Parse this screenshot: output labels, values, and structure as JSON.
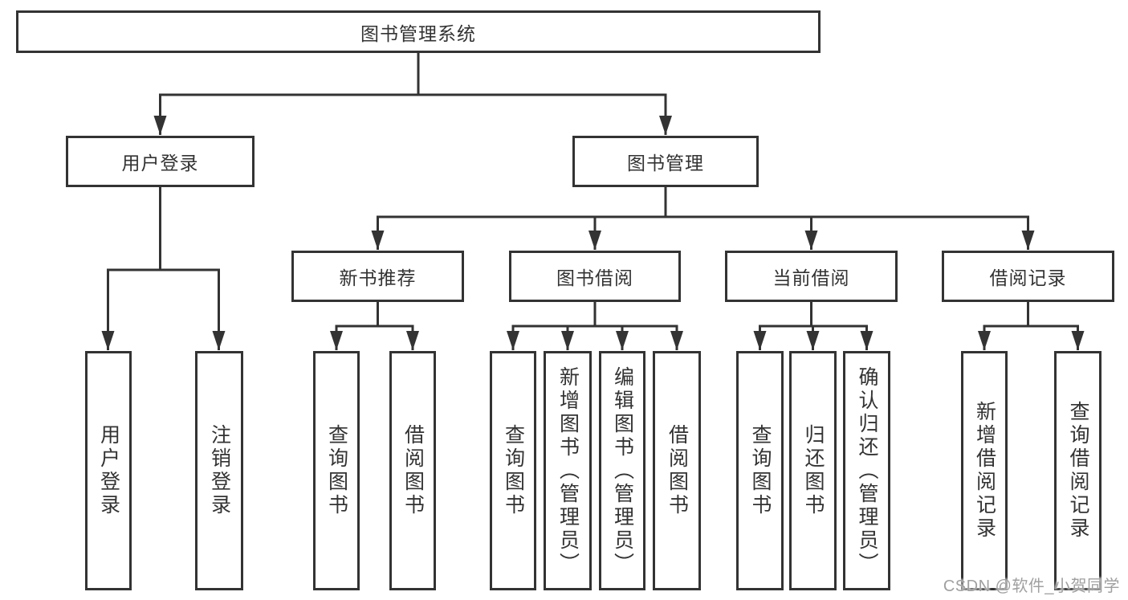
{
  "colors": {
    "line": "#333333",
    "box_border": "#333333",
    "text": "#333333",
    "watermark": "#a0a0a0",
    "background": "#ffffff"
  },
  "watermark": {
    "text": "CSDN @软件_小贺同学"
  },
  "diagram": {
    "root": "图书管理系统",
    "children": [
      {
        "label": "用户登录",
        "children": [
          "用户登录",
          "注销登录"
        ]
      },
      {
        "label": "图书管理",
        "children": [
          {
            "label": "新书推荐",
            "children": [
              "查询图书",
              "借阅图书"
            ]
          },
          {
            "label": "图书借阅",
            "children": [
              "查询图书",
              "新增图书（管理员）",
              "编辑图书（管理员）",
              "借阅图书"
            ]
          },
          {
            "label": "当前借阅",
            "children": [
              "查询图书",
              "归还图书",
              "确认归还（管理员）"
            ]
          },
          {
            "label": "借阅记录",
            "children": [
              "新增借阅记录",
              "查询借阅记录"
            ]
          }
        ]
      }
    ]
  }
}
